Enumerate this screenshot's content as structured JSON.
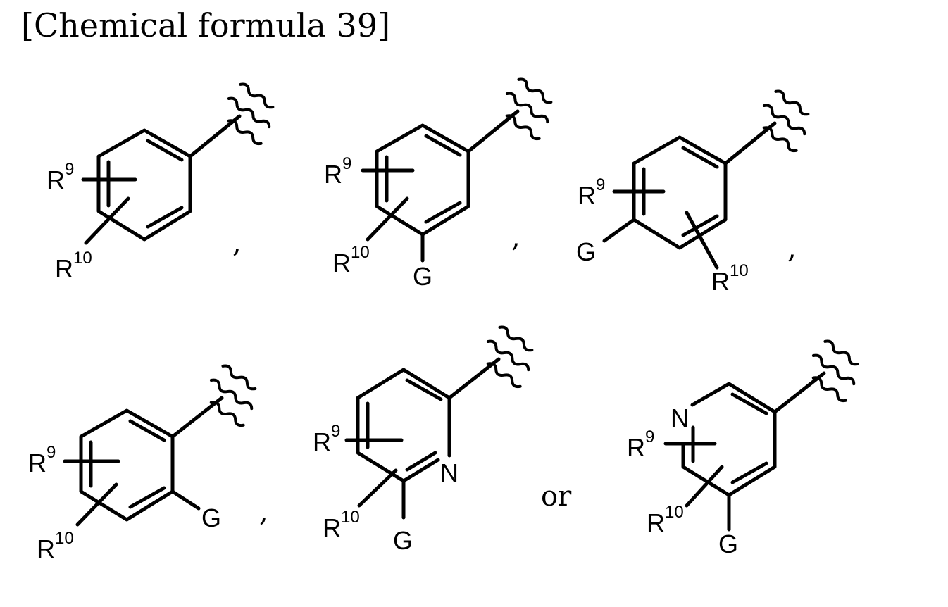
{
  "title": "[Chemical formula 39]",
  "structures": [
    {
      "r9": "R",
      "r9_sup": "9",
      "r10": "R",
      "r10_sup": "10",
      "separator": ","
    },
    {
      "r9": "R",
      "r9_sup": "9",
      "r10": "R",
      "r10_sup": "10",
      "g": "G",
      "separator": ","
    },
    {
      "r9": "R",
      "r9_sup": "9",
      "r10": "R",
      "r10_sup": "10",
      "g": "G",
      "separator": ","
    },
    {
      "r9": "R",
      "r9_sup": "9",
      "r10": "R",
      "r10_sup": "10",
      "g": "G",
      "separator": ","
    },
    {
      "r9": "R",
      "r9_sup": "9",
      "r10": "R",
      "r10_sup": "10",
      "g": "G",
      "n": "N",
      "separator": "or"
    },
    {
      "r9": "R",
      "r9_sup": "9",
      "r10": "R",
      "r10_sup": "10",
      "g": "G",
      "n": "N"
    }
  ]
}
